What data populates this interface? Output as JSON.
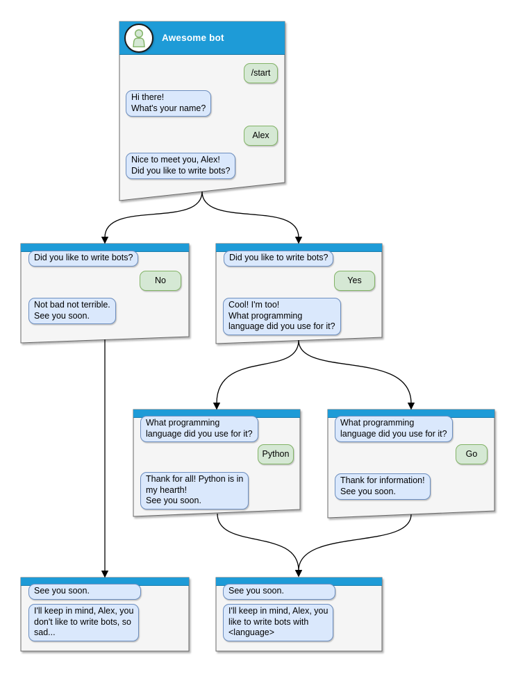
{
  "diagram": {
    "colors": {
      "header": "#1E9BD7",
      "window_fill": "#F5F5F5",
      "window_border": "#666666",
      "bot_bubble_fill": "#DAE8FC",
      "bot_bubble_border": "#6C8EBF",
      "user_bubble_fill": "#D5E8D4",
      "user_bubble_border": "#82B366",
      "connector": "#000000"
    },
    "nodes": [
      {
        "name": "start",
        "title": "Awesome bot",
        "messages": [
          {
            "from": "user",
            "text": "/start"
          },
          {
            "from": "bot",
            "text": "Hi there!\nWhat's your name?"
          },
          {
            "from": "user",
            "text": "Alex"
          },
          {
            "from": "bot",
            "text": "Nice to meet you, Alex!\nDid you like to write bots?"
          }
        ]
      },
      {
        "name": "branch-no",
        "messages": [
          {
            "from": "bot",
            "text": "Did you like to write bots?"
          },
          {
            "from": "user",
            "text": "No"
          },
          {
            "from": "bot",
            "text": "Not bad not terrible.\nSee you soon."
          }
        ]
      },
      {
        "name": "branch-yes",
        "messages": [
          {
            "from": "bot",
            "text": "Did you like to write bots?"
          },
          {
            "from": "user",
            "text": "Yes"
          },
          {
            "from": "bot",
            "text": "Cool! I'm too!\nWhat programming\nlanguage did you use for it?"
          }
        ]
      },
      {
        "name": "branch-python",
        "messages": [
          {
            "from": "bot",
            "text": "What programming\nlanguage did you use for it?"
          },
          {
            "from": "user",
            "text": "Python"
          },
          {
            "from": "bot",
            "text": "Thank for all! Python is in\nmy hearth!\nSee you soon."
          }
        ]
      },
      {
        "name": "branch-go",
        "messages": [
          {
            "from": "bot",
            "text": "What programming\nlanguage did you use for it?"
          },
          {
            "from": "user",
            "text": "Go"
          },
          {
            "from": "bot",
            "text": "Thank for information!\nSee you soon."
          }
        ]
      },
      {
        "name": "end-no",
        "messages": [
          {
            "from": "bot",
            "text": "See you soon."
          },
          {
            "from": "bot",
            "text": "I'll keep in mind, Alex, you\ndon't like to write bots, so\nsad..."
          }
        ]
      },
      {
        "name": "end-yes",
        "messages": [
          {
            "from": "bot",
            "text": "See you soon."
          },
          {
            "from": "bot",
            "text": "I'll keep in mind, Alex, you\nlike to write bots with\n<language>"
          }
        ]
      }
    ]
  }
}
